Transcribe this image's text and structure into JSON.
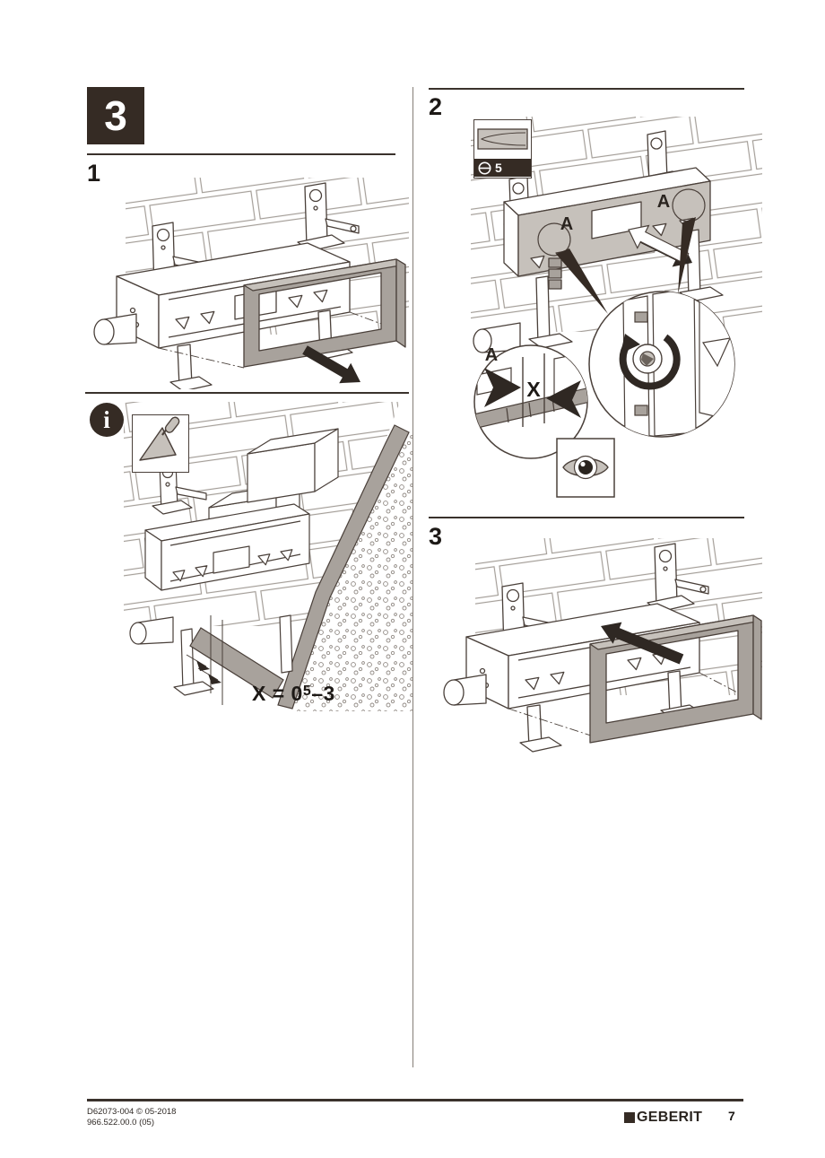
{
  "chapter": {
    "number": "3"
  },
  "left_column": {
    "step1": {
      "label": "1"
    },
    "info": {
      "icon_glyph": "i",
      "dimension": {
        "prefix": "X = 0",
        "sup": "5",
        "suffix": "–3"
      }
    }
  },
  "right_column": {
    "step2": {
      "label": "2",
      "tool": {
        "size": "5"
      }
    },
    "step3": {
      "label": "3"
    },
    "labels": {
      "a": "A",
      "x": "X"
    }
  },
  "footer": {
    "doc_number": "D62073-004 © 05-2018",
    "article_number": "966.522.00.0 (05)",
    "brand": "GEBERIT",
    "page_number": "7"
  },
  "colors": {
    "accent_dark": "#352b24",
    "line_dark": "#4a403a",
    "fill_gray": "#a8a29c",
    "fill_light_gray": "#c6c1bb",
    "wall_line": "#a49e98"
  }
}
